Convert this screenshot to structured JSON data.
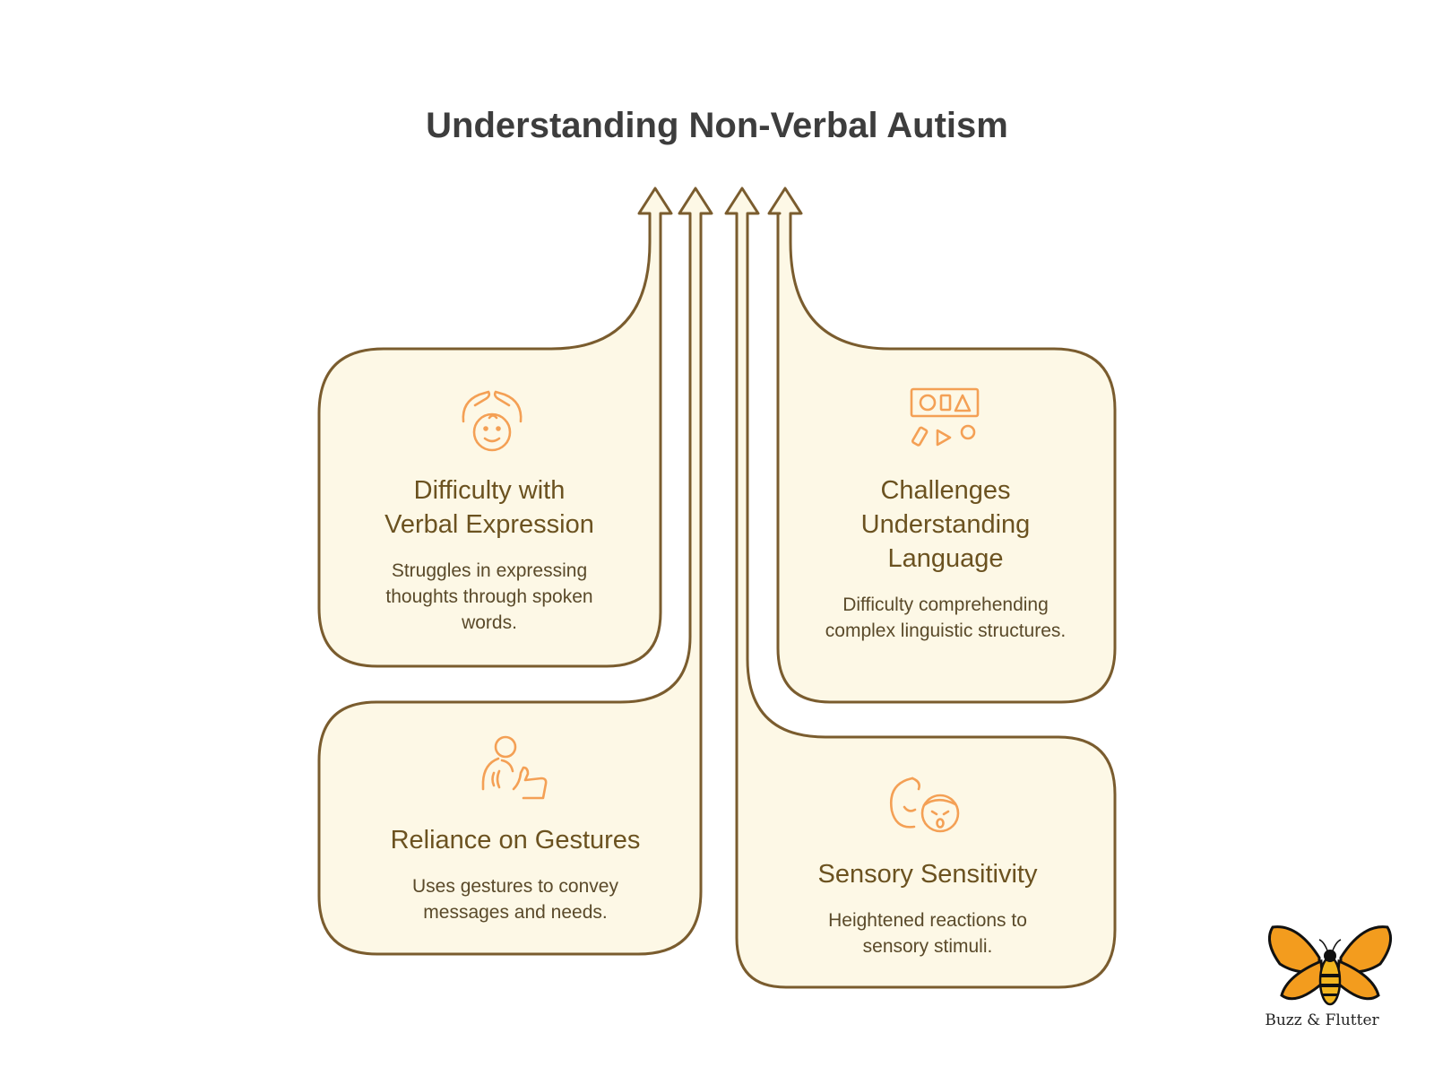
{
  "title": "Understanding Non-Verbal Autism",
  "cards": [
    {
      "heading_lines": [
        "Difficulty with",
        "Verbal Expression"
      ],
      "description": "Struggles in expressing thoughts through spoken words.",
      "icon": "baby-face-hands-icon"
    },
    {
      "heading_lines": [
        "Challenges",
        "Understanding",
        "Language"
      ],
      "description": "Difficulty comprehending complex linguistic structures.",
      "icon": "shape-sorter-icon"
    },
    {
      "heading_lines": [
        "Reliance on Gestures"
      ],
      "description": "Uses gestures to convey messages and needs.",
      "icon": "gesturing-person-icon"
    },
    {
      "heading_lines": [
        "Sensory Sensitivity"
      ],
      "description": "Heightened reactions to sensory stimuli.",
      "icon": "sensory-overwhelmed-face-icon"
    }
  ],
  "brand": {
    "name": "Buzz & Flutter",
    "logo": "bee-butterfly-logo"
  },
  "colors": {
    "card_fill": "#fdf8e6",
    "card_stroke": "#7a5c2e",
    "icon": "#f4a055",
    "heading": "#6b5220",
    "title": "#3d3d3d"
  }
}
